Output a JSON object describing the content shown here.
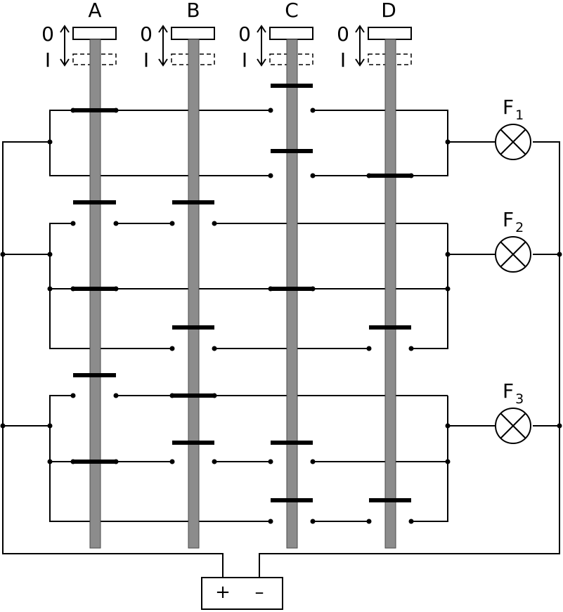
{
  "switches": [
    {
      "label": "A",
      "pos_on": "0",
      "pos_off": "I"
    },
    {
      "label": "B",
      "pos_on": "0",
      "pos_off": "I"
    },
    {
      "label": "C",
      "pos_on": "0",
      "pos_off": "I"
    },
    {
      "label": "D",
      "pos_on": "0",
      "pos_off": "I"
    }
  ],
  "lamps": [
    {
      "letter": "F",
      "index": "1"
    },
    {
      "letter": "F",
      "index": "2"
    },
    {
      "letter": "F",
      "index": "3"
    }
  ],
  "battery": {
    "plus": "+",
    "minus": "–"
  }
}
